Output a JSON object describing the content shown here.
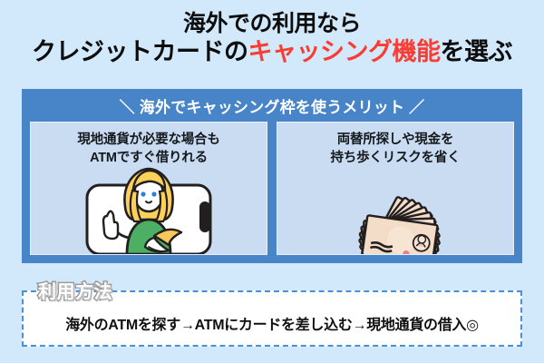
{
  "theme": {
    "page_bg": "#d2e9fb",
    "panel_blue": "#4784c8",
    "card_bg": "#c9dcf1",
    "accent_red": "#fa3c32",
    "dashed_border": "#4b8fd4",
    "text_dark": "#0d0d0d"
  },
  "title": {
    "line1": "海外での利用なら",
    "line2_prefix": "クレジットカードの",
    "line2_accent": "キャッシング機能",
    "line2_suffix": "を選ぶ"
  },
  "panel": {
    "header": "＼ 海外でキャッシング枠を使うメリット ／",
    "cards": [
      {
        "title_line1": "現地通貨が必要な場合も",
        "title_line2": "ATMですぐ借りれる",
        "illustration": "woman-pointing-with-wallet-in-smartphone"
      },
      {
        "title_line1": "両替所探しや現金を",
        "title_line2": "持ち歩くリスクを省く",
        "illustration": "fanned-banknotes"
      }
    ]
  },
  "howto": {
    "badge": "利用方法",
    "steps": "海外のATMを探す→ATMにカードを差し込む→現地通貨の借入◎"
  }
}
